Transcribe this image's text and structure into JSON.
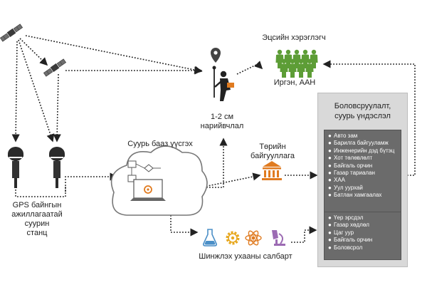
{
  "labels": {
    "gps_station": [
      "GPS байнгын",
      "ажиллагаатай суурин",
      "станц"
    ],
    "base_db": "Суурь бааз үүсгэх",
    "accuracy": [
      "1-2 см",
      "нарийвчлал"
    ],
    "end_user": "Эцсийн хэрэглэгч",
    "end_user_sub": "Иргэн, ААН",
    "gov_org": [
      "Төрийн",
      "байгууллага"
    ],
    "science": "Шинжлэх ухааны салбарт"
  },
  "panel": {
    "title": [
      "Боловсруулалт,",
      "суурь үндэслэл"
    ],
    "group1": [
      "Авто зам",
      "Барилга байгууламж",
      "Инженерийн дэд бүтэц",
      "Хот төлөвлөлт",
      "Байгаль орчин",
      "Газар тариалан",
      "ХАА",
      "Уул уурхай",
      "Батлан хамгаалах"
    ],
    "group2": [
      "Үер эрсдэл",
      "Газар хөдлөл",
      "Цаг уур",
      "Байгаль орчин",
      "Боловсрол"
    ]
  },
  "icons": [
    "satellite-icon",
    "gnss-receiver-icon",
    "cloud-server-icon",
    "surveyor-icon",
    "map-pin-icon",
    "people-group-icon",
    "government-building-icon",
    "flask-icon",
    "gear-icon",
    "atom-icon",
    "microscope-icon"
  ],
  "colors": {
    "accent_orange": "#e07b20",
    "people_green": "#5d9d36",
    "panel_bg": "#d9d9d9",
    "box_bg": "#6b6b6b"
  }
}
